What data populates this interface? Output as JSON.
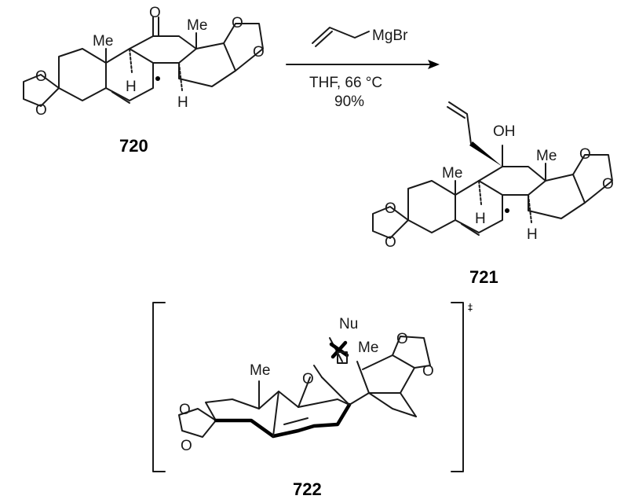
{
  "reaction": {
    "reagent": "MgBr",
    "conditions_solvent_temp": "THF, 66 °C",
    "yield": "90%"
  },
  "compounds": {
    "starting": {
      "id": "720",
      "me_a": "Me",
      "me_b": "Me",
      "h_a": "H",
      "h_b": "H"
    },
    "product": {
      "id": "721",
      "oh": "OH",
      "me_a": "Me",
      "me_b": "Me",
      "h_a": "H",
      "h_b": "H"
    },
    "transition_state": {
      "id": "722",
      "dagger": "‡",
      "nu": "Nu",
      "me_a": "Me",
      "me_b": "Me"
    }
  },
  "atom_labels": {
    "oxygen": "O"
  }
}
